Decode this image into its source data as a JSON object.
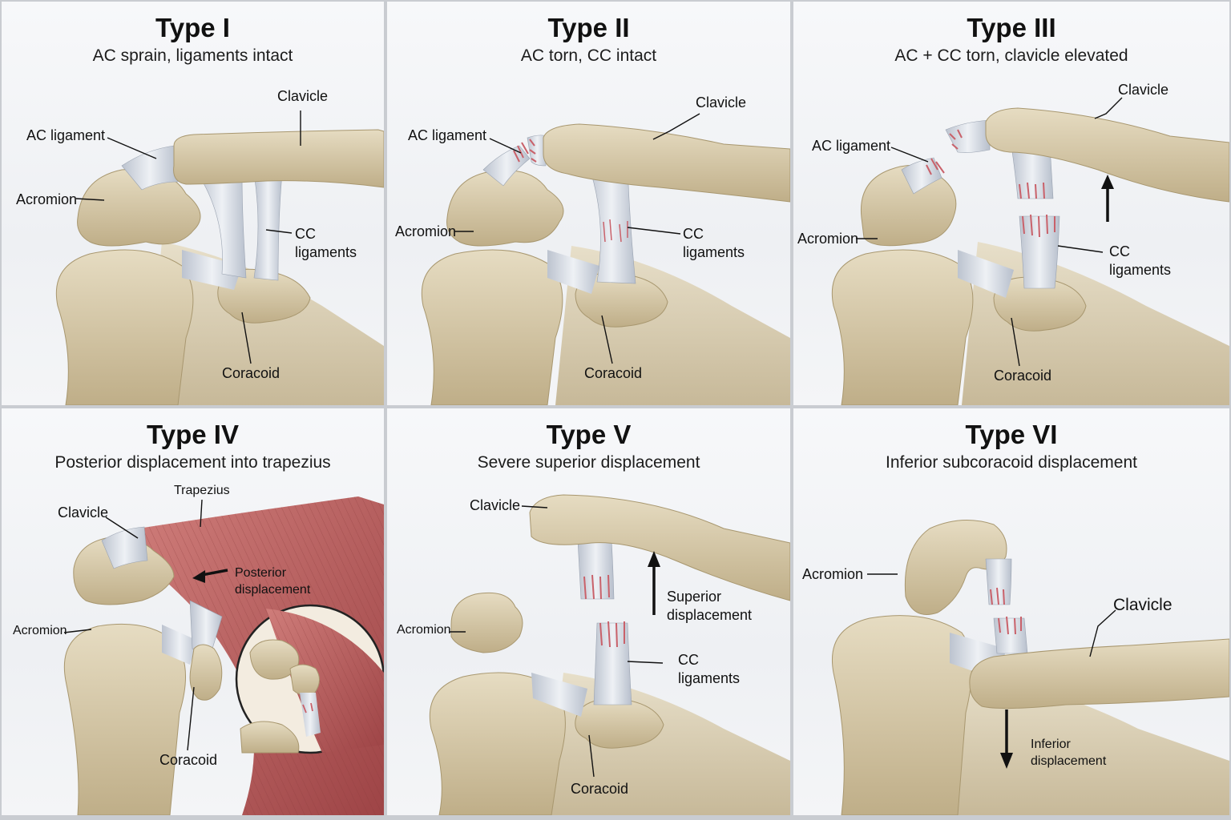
{
  "panels": [
    {
      "title": "Type I",
      "subtitle": "AC sprain, ligaments intact",
      "labels": {
        "clavicle": "Clavicle",
        "ac_ligament": "AC ligament",
        "acromion": "Acromion",
        "cc_ligaments": "CC\nligaments",
        "coracoid": "Coracoid"
      }
    },
    {
      "title": "Type II",
      "subtitle": "AC torn, CC intact",
      "labels": {
        "clavicle": "Clavicle",
        "ac_ligament": "AC ligament",
        "acromion": "Acromion",
        "cc_ligaments": "CC\nligaments",
        "coracoid": "Coracoid"
      }
    },
    {
      "title": "Type III",
      "subtitle": "AC + CC torn, clavicle elevated",
      "labels": {
        "clavicle": "Clavicle",
        "ac_ligament": "AC ligament",
        "acromion": "Acromion",
        "cc_ligaments": "CC\nligaments",
        "coracoid": "Coracoid"
      }
    },
    {
      "title": "Type IV",
      "subtitle": "Posterior displacement into trapezius",
      "labels": {
        "trapezius": "Trapezius",
        "clavicle": "Clavicle",
        "posterior_displacement": "Posterior\ndisplacement",
        "acromion": "Acromion",
        "coracoid": "Coracoid"
      }
    },
    {
      "title": "Type V",
      "subtitle": "Severe superior displacement",
      "labels": {
        "clavicle": "Clavicle",
        "acromion": "Acromion",
        "superior_displacement": "Superior\ndisplacement",
        "cc_ligaments": "CC\nligaments",
        "coracoid": "Coracoid"
      }
    },
    {
      "title": "Type VI",
      "subtitle": "Inferior subcoracoid displacement",
      "labels": {
        "acromion": "Acromion",
        "clavicle": "Clavicle",
        "inferior_displacement": "Inferior\ndisplacement"
      }
    }
  ],
  "colors": {
    "bone": "#d9ceb2",
    "bone_shade": "#b9aa86",
    "ligament": "#d9dee6",
    "tear": "#c9616a",
    "muscle": "#b5585a",
    "muscle_light": "#cf7d7a"
  }
}
